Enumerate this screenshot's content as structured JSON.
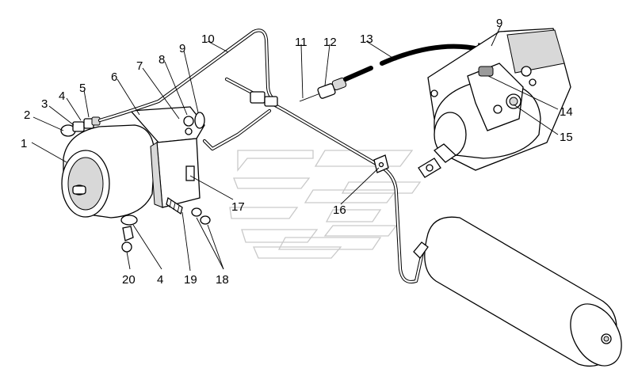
{
  "callouts": [
    {
      "id": "1",
      "text": "1"
    },
    {
      "id": "2",
      "text": "2"
    },
    {
      "id": "3",
      "text": "3"
    },
    {
      "id": "4a",
      "text": "4"
    },
    {
      "id": "5",
      "text": "5"
    },
    {
      "id": "6",
      "text": "6"
    },
    {
      "id": "7",
      "text": "7"
    },
    {
      "id": "8",
      "text": "8"
    },
    {
      "id": "9a",
      "text": "9"
    },
    {
      "id": "10",
      "text": "10"
    },
    {
      "id": "11",
      "text": "11"
    },
    {
      "id": "12",
      "text": "12"
    },
    {
      "id": "13",
      "text": "13"
    },
    {
      "id": "9b",
      "text": "9"
    },
    {
      "id": "14",
      "text": "14"
    },
    {
      "id": "15",
      "text": "15"
    },
    {
      "id": "16",
      "text": "16"
    },
    {
      "id": "17",
      "text": "17"
    },
    {
      "id": "18",
      "text": "18"
    },
    {
      "id": "19",
      "text": "19"
    },
    {
      "id": "4b",
      "text": "4"
    },
    {
      "id": "20",
      "text": "20"
    }
  ]
}
